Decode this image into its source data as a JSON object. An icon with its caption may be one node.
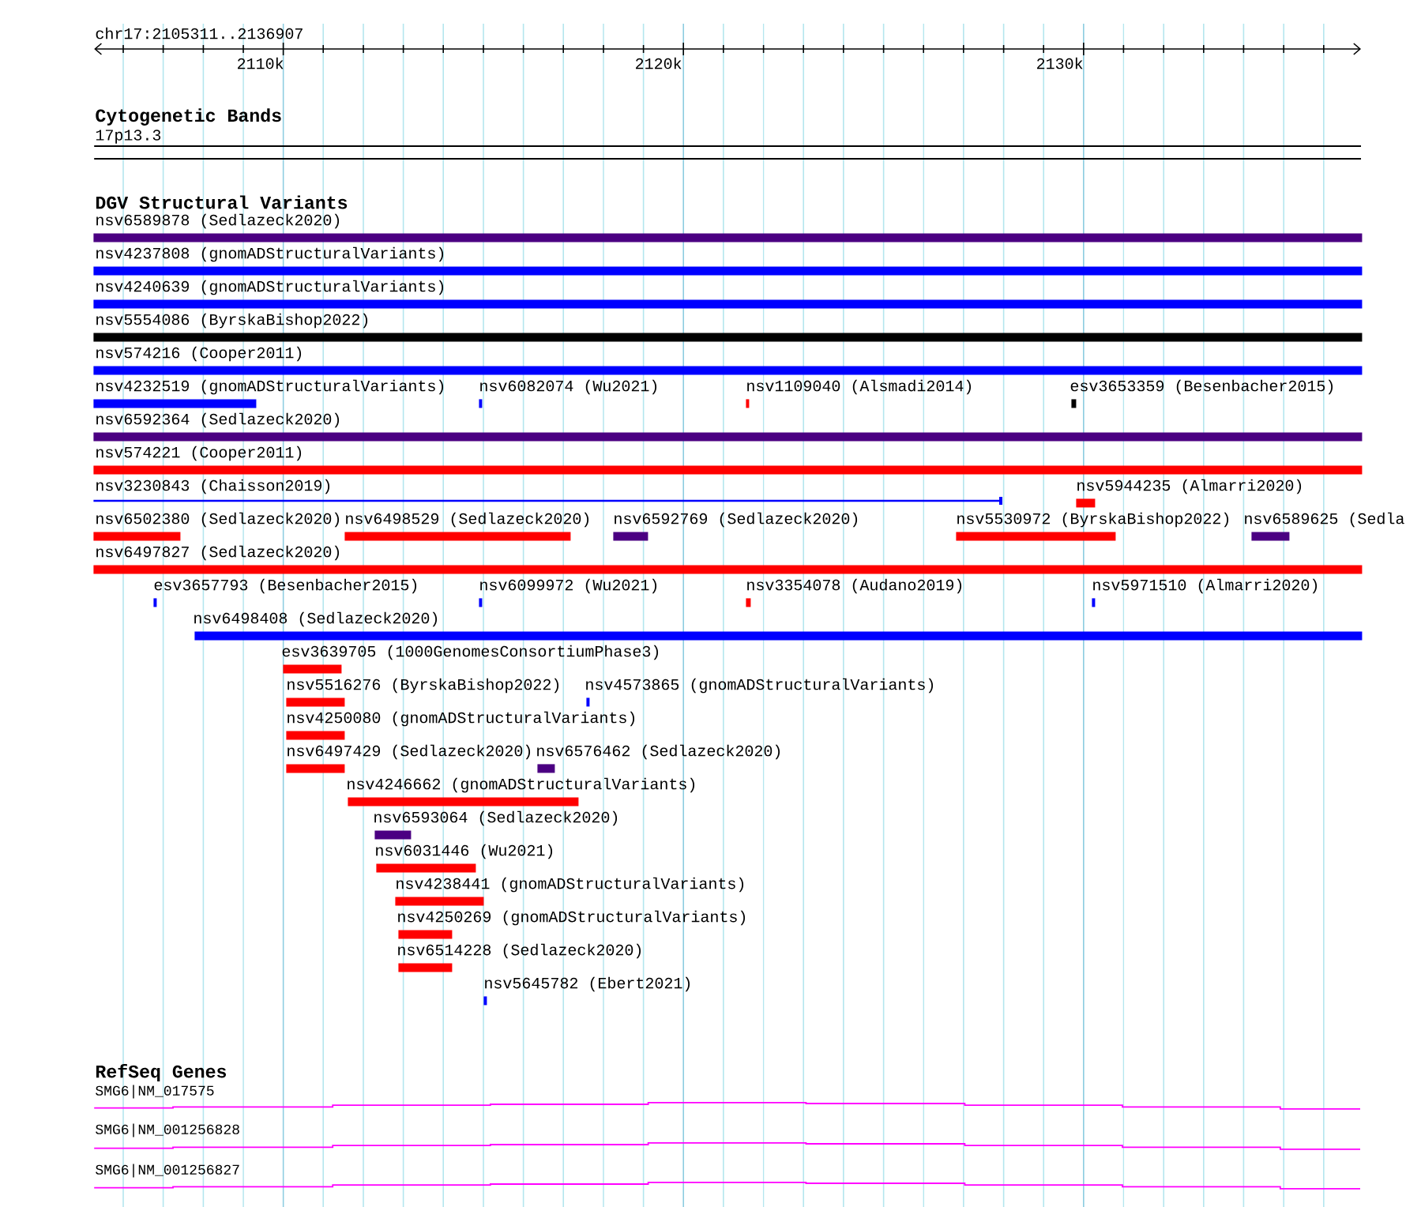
{
  "diagram": {
    "nodes": [
      {
        "text": [],
        "shape": "band",
        "beside": [
          "17p13.3"
        ]
      },
      {
        "text": [],
        "shape": "bar",
        "beside": [
          "nsv6589878 (Sedlazeck2020)"
        ]
      },
      {
        "text": [],
        "shape": "bar",
        "beside": [
          "nsv4237808 (gnomADStructuralVariants)"
        ]
      },
      {
        "text": [],
        "shape": "bar",
        "beside": [
          "nsv4240639 (gnomADStructuralVariants)"
        ]
      },
      {
        "text": [],
        "shape": "bar",
        "beside": [
          "nsv5554086 (ByrskaBishop2022)"
        ]
      },
      {
        "text": [],
        "shape": "bar",
        "beside": [
          "nsv574216 (Cooper2011)"
        ]
      },
      {
        "text": [],
        "shape": "bar",
        "beside": [
          "nsv4232519 (gnomADStructuralVariants)"
        ]
      },
      {
        "text": [],
        "shape": "bar",
        "beside": [
          "nsv6082074 (Wu2021)"
        ]
      },
      {
        "text": [],
        "shape": "bar",
        "beside": [
          "nsv1109040 (Alsmadi2014)"
        ]
      },
      {
        "text": [],
        "shape": "bar",
        "beside": [
          "esv3653359 (Besenbacher2015)"
        ]
      },
      {
        "text": [],
        "shape": "bar",
        "beside": [
          "nsv6592364 (Sedlazeck2020)"
        ]
      },
      {
        "text": [],
        "shape": "bar",
        "beside": [
          "nsv574221 (Cooper2011)"
        ]
      },
      {
        "text": [],
        "shape": "line",
        "beside": [
          "nsv3230843 (Chaisson2019)"
        ]
      },
      {
        "text": [],
        "shape": "bar",
        "beside": [
          "nsv5944235 (Almarri2020)"
        ]
      },
      {
        "text": [],
        "shape": "bar",
        "beside": [
          "nsv6502380 (Sedlazeck2020)"
        ]
      },
      {
        "text": [],
        "shape": "bar",
        "beside": [
          "nsv6498529 (Sedlazeck2020)"
        ]
      },
      {
        "text": [],
        "shape": "bar",
        "beside": [
          "nsv6592769 (Sedlazeck2020)"
        ]
      },
      {
        "text": [],
        "shape": "bar",
        "beside": [
          "nsv5530972 (ByrskaBishop2022)"
        ]
      },
      {
        "text": [],
        "shape": "bar",
        "beside": [
          "nsv6589625 (Sedla"
        ]
      },
      {
        "text": [],
        "shape": "bar",
        "beside": [
          "nsv6497827 (Sedlazeck2020)"
        ]
      },
      {
        "text": [],
        "shape": "bar",
        "beside": [
          "esv3657793 (Besenbacher2015)"
        ]
      },
      {
        "text": [],
        "shape": "bar",
        "beside": [
          "nsv6099972 (Wu2021)"
        ]
      },
      {
        "text": [],
        "shape": "bar",
        "beside": [
          "nsv3354078 (Audano2019)"
        ]
      },
      {
        "text": [],
        "shape": "bar",
        "beside": [
          "nsv5971510 (Almarri2020)"
        ]
      },
      {
        "text": [],
        "shape": "bar",
        "beside": [
          "nsv6498408 (Sedlazeck2020)"
        ]
      },
      {
        "text": [],
        "shape": "bar",
        "beside": [
          "esv3639705 (1000GenomesConsortiumPhase3)"
        ]
      },
      {
        "text": [],
        "shape": "bar",
        "beside": [
          "nsv5516276 (ByrskaBishop2022)"
        ]
      },
      {
        "text": [],
        "shape": "bar",
        "beside": [
          "nsv4573865 (gnomADStructuralVariants)"
        ]
      },
      {
        "text": [],
        "shape": "bar",
        "beside": [
          "nsv4250080 (gnomADStructuralVariants)"
        ]
      },
      {
        "text": [],
        "shape": "bar",
        "beside": [
          "nsv6497429 (Sedlazeck2020)"
        ]
      },
      {
        "text": [],
        "shape": "bar",
        "beside": [
          "nsv6576462 (Sedlazeck2020)"
        ]
      },
      {
        "text": [],
        "shape": "bar",
        "beside": [
          "nsv4246662 (gnomADStructuralVariants)"
        ]
      },
      {
        "text": [],
        "shape": "bar",
        "beside": [
          "nsv6593064 (Sedlazeck2020)"
        ]
      },
      {
        "text": [],
        "shape": "bar",
        "beside": [
          "nsv6031446 (Wu2021)"
        ]
      },
      {
        "text": [],
        "shape": "bar",
        "beside": [
          "nsv4238441 (gnomADStructuralVariants)"
        ]
      },
      {
        "text": [],
        "shape": "bar",
        "beside": [
          "nsv4250269 (gnomADStructuralVariants)"
        ]
      },
      {
        "text": [],
        "shape": "bar",
        "beside": [
          "nsv6514228 (Sedlazeck2020)"
        ]
      },
      {
        "text": [],
        "shape": "bar",
        "beside": [
          "nsv5645782 (Ebert2021)"
        ]
      },
      {
        "text": [],
        "shape": "line",
        "beside": [
          "SMG6|NM_017575"
        ]
      },
      {
        "text": [],
        "shape": "line",
        "beside": [
          "SMG6|NM_001256828"
        ]
      },
      {
        "text": [],
        "shape": "line",
        "beside": [
          "SMG6|NM_001256827"
        ]
      }
    ],
    "labels": [
      "chr17:2105311..2136907",
      "2110k",
      "2120k",
      "2130k",
      "Cytogenetic Bands",
      "DGV Structural Variants",
      "RefSeq Genes"
    ]
  }
}
